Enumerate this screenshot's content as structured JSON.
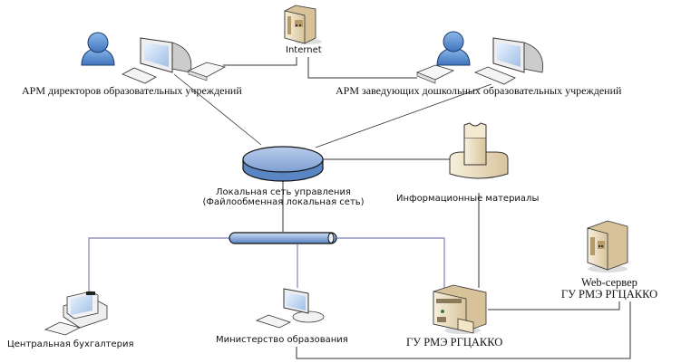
{
  "diagram": {
    "title": "Network topology",
    "nodes": {
      "internet": {
        "label": "Internet",
        "icon": "server-tower-icon"
      },
      "directors": {
        "label": "АРМ директоров образовательных учреждений",
        "icon": "user-workstation-icon"
      },
      "preschool": {
        "label": "АРМ заведующих дошкольных образовательных учреждений",
        "icon": "user-workstation-icon"
      },
      "lan": {
        "label_line1": "Локальная сеть управления",
        "label_line2": "(Файлообменная локальная сеть)",
        "icon": "network-hub-icon"
      },
      "info": {
        "label": "Информационные материалы",
        "icon": "storage-icon"
      },
      "bus": {
        "icon": "network-bus-icon"
      },
      "accounting": {
        "label": "Центральная бухгалтерия",
        "icon": "desktop-pc-icon"
      },
      "ministry": {
        "label": "Министерство образования",
        "icon": "monitor-icon"
      },
      "gu_server": {
        "label": "ГУ РМЭ РГЦАККО",
        "icon": "file-server-icon"
      },
      "web_server": {
        "label_line1": "Web-сервер",
        "label_line2": "ГУ РМЭ РГЦАККО",
        "icon": "web-server-icon"
      }
    },
    "colors": {
      "line_dark": "#333333",
      "line_blue": "#6f6fa8",
      "hub_fill": "#8faedc",
      "hub_side": "#5b86c4",
      "person": "#5a8fd0",
      "beige": "#e9dcc0",
      "beige_dark": "#c9b48c"
    }
  }
}
